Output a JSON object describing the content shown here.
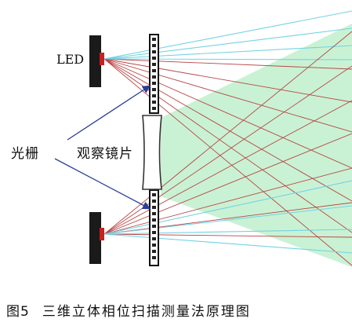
{
  "labels": {
    "led": "LED",
    "grating": "光栅",
    "lens": "观察镜片"
  },
  "caption": {
    "figure_number": "图5",
    "text": "三维立体相位扫描测量法原理图"
  },
  "colors": {
    "background": "#ffffff",
    "projection_field": "#c9f2d4",
    "led_body": "#1a1a1a",
    "led_emitter": "#cc1f1f",
    "red_rays": "#b64646",
    "cyan_rays": "#73d3e3",
    "pointer_arrows": "#2b3f96"
  }
}
